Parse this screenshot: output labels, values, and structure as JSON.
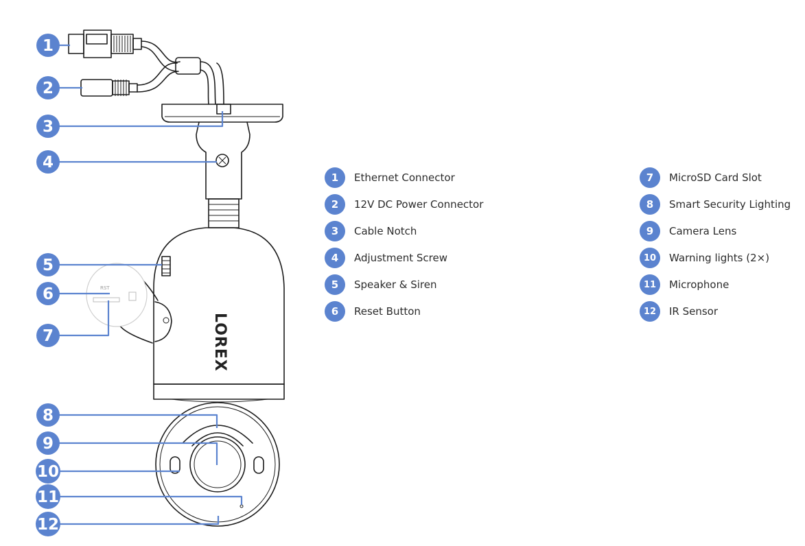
{
  "colors": {
    "accent": "#5b83cf",
    "badge": "#5b83cf",
    "text": "#2b2b2b",
    "line": "#1b1b1b"
  },
  "brand": "LOREX",
  "reset_label": "RST",
  "callouts": [
    "1",
    "2",
    "3",
    "4",
    "5",
    "6",
    "7",
    "8",
    "9",
    "10",
    "11",
    "12"
  ],
  "legend": {
    "left": [
      {
        "number": "1",
        "label": "Ethernet Connector"
      },
      {
        "number": "2",
        "label": "12V DC Power Connector"
      },
      {
        "number": "3",
        "label": "Cable Notch"
      },
      {
        "number": "4",
        "label": "Adjustment Screw"
      },
      {
        "number": "5",
        "label": "Speaker & Siren"
      },
      {
        "number": "6",
        "label": "Reset Button"
      }
    ],
    "right": [
      {
        "number": "7",
        "label": "MicroSD Card Slot"
      },
      {
        "number": "8",
        "label": "Smart Security Lighting"
      },
      {
        "number": "9",
        "label": "Camera Lens"
      },
      {
        "number": "10",
        "label": "Warning lights (2×)"
      },
      {
        "number": "11",
        "label": "Microphone"
      },
      {
        "number": "12",
        "label": "IR Sensor"
      }
    ]
  }
}
